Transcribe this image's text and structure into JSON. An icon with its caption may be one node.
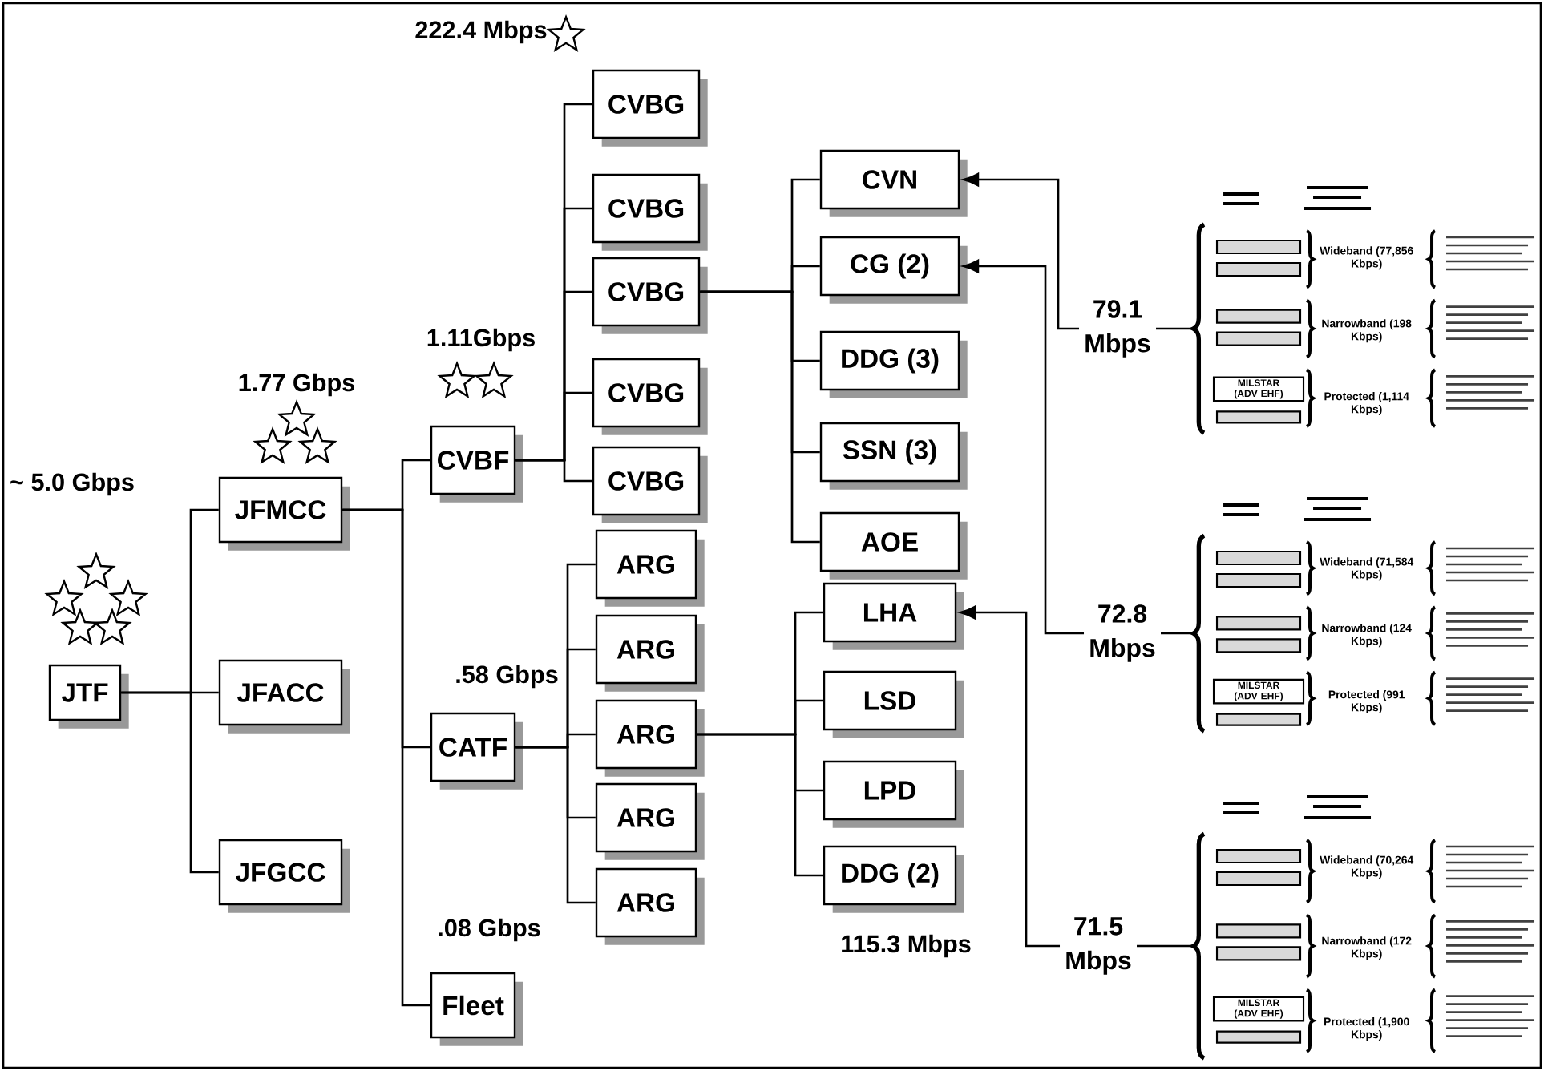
{
  "diagram": {
    "nodes": [
      {
        "text": [
          "JTF"
        ]
      },
      {
        "text": [
          "JFMCC"
        ],
        "beside": [
          "1.77 Gbps"
        ]
      },
      {
        "text": [
          "JFACC"
        ]
      },
      {
        "text": [
          "JFGCC"
        ]
      },
      {
        "text": [
          "CVBF"
        ],
        "beside": [
          "1.11Gbps"
        ]
      },
      {
        "text": [
          "CATF"
        ],
        "beside": [
          ".58 Gbps"
        ]
      },
      {
        "text": [
          "Fleet"
        ],
        "beside": [
          ".08 Gbps"
        ]
      },
      {
        "text": [
          "CVBG"
        ],
        "beside": [
          "222.4 Mbps"
        ]
      },
      {
        "text": [
          "CVBG"
        ]
      },
      {
        "text": [
          "CVBG"
        ]
      },
      {
        "text": [
          "CVBG"
        ]
      },
      {
        "text": [
          "CVBG"
        ]
      },
      {
        "text": [
          "ARG"
        ]
      },
      {
        "text": [
          "ARG"
        ]
      },
      {
        "text": [
          "ARG"
        ]
      },
      {
        "text": [
          "ARG"
        ]
      },
      {
        "text": [
          "ARG"
        ]
      },
      {
        "text": [
          "CVN"
        ]
      },
      {
        "text": [
          "CG (2)"
        ]
      },
      {
        "text": [
          "DDG (3)"
        ]
      },
      {
        "text": [
          "SSN (3)"
        ]
      },
      {
        "text": [
          "AOE"
        ]
      },
      {
        "text": [
          "LHA"
        ]
      },
      {
        "text": [
          "LSD"
        ]
      },
      {
        "text": [
          "LPD"
        ]
      },
      {
        "text": [
          "DDG (2)"
        ],
        "beside": [
          "115.3 Mbps"
        ]
      },
      {
        "text": [
          "Wideband (77,856 Kbps)",
          "Narrowband (198 Kbps)",
          "Protected (1,114 Kbps)"
        ]
      },
      {
        "text": [
          "Wideband (71,584 Kbps)",
          "Narrowband (124 Kbps)",
          "Protected (991 Kbps)"
        ]
      },
      {
        "text": [
          "Wideband (70,264 Kbps)",
          "Narrowband (172 Kbps)",
          "Protected (1,900 Kbps)"
        ]
      }
    ],
    "edges": [
      {
        "from": 0,
        "to": 1,
        "arrow": "none"
      },
      {
        "from": 0,
        "to": 2,
        "arrow": "none"
      },
      {
        "from": 0,
        "to": 3,
        "arrow": "none"
      },
      {
        "from": 1,
        "to": 4,
        "arrow": "none"
      },
      {
        "from": 1,
        "to": 5,
        "arrow": "none"
      },
      {
        "from": 1,
        "to": 6,
        "arrow": "none"
      },
      {
        "from": 4,
        "to": 7,
        "arrow": "none"
      },
      {
        "from": 4,
        "to": 8,
        "arrow": "none"
      },
      {
        "from": 4,
        "to": 9,
        "arrow": "none"
      },
      {
        "from": 4,
        "to": 10,
        "arrow": "none"
      },
      {
        "from": 4,
        "to": 11,
        "arrow": "none"
      },
      {
        "from": 5,
        "to": 12,
        "arrow": "none"
      },
      {
        "from": 5,
        "to": 13,
        "arrow": "none"
      },
      {
        "from": 5,
        "to": 14,
        "arrow": "none"
      },
      {
        "from": 5,
        "to": 15,
        "arrow": "none"
      },
      {
        "from": 5,
        "to": 16,
        "arrow": "none"
      },
      {
        "from": 9,
        "to": 17,
        "arrow": "none"
      },
      {
        "from": 9,
        "to": 18,
        "arrow": "none"
      },
      {
        "from": 9,
        "to": 19,
        "arrow": "none"
      },
      {
        "from": 9,
        "to": 20,
        "arrow": "none"
      },
      {
        "from": 9,
        "to": 21,
        "arrow": "none"
      },
      {
        "from": 14,
        "to": 22,
        "arrow": "none"
      },
      {
        "from": 14,
        "to": 23,
        "arrow": "none"
      },
      {
        "from": 14,
        "to": 24,
        "arrow": "none"
      },
      {
        "from": 14,
        "to": 25,
        "arrow": "none"
      },
      {
        "from": 26,
        "to": 17,
        "arrow": "to",
        "label": "79.1 Mbps"
      },
      {
        "from": 27,
        "to": 18,
        "arrow": "to",
        "label": "72.8 Mbps"
      },
      {
        "from": 28,
        "to": 22,
        "arrow": "to",
        "label": "71.5 Mbps"
      }
    ],
    "labels": [
      "~ 5.0 Gbps",
      "MILSTAR (ADV EHF)",
      "MILSTAR (ADV EHF)",
      "MILSTAR (ADV EHF)"
    ]
  }
}
